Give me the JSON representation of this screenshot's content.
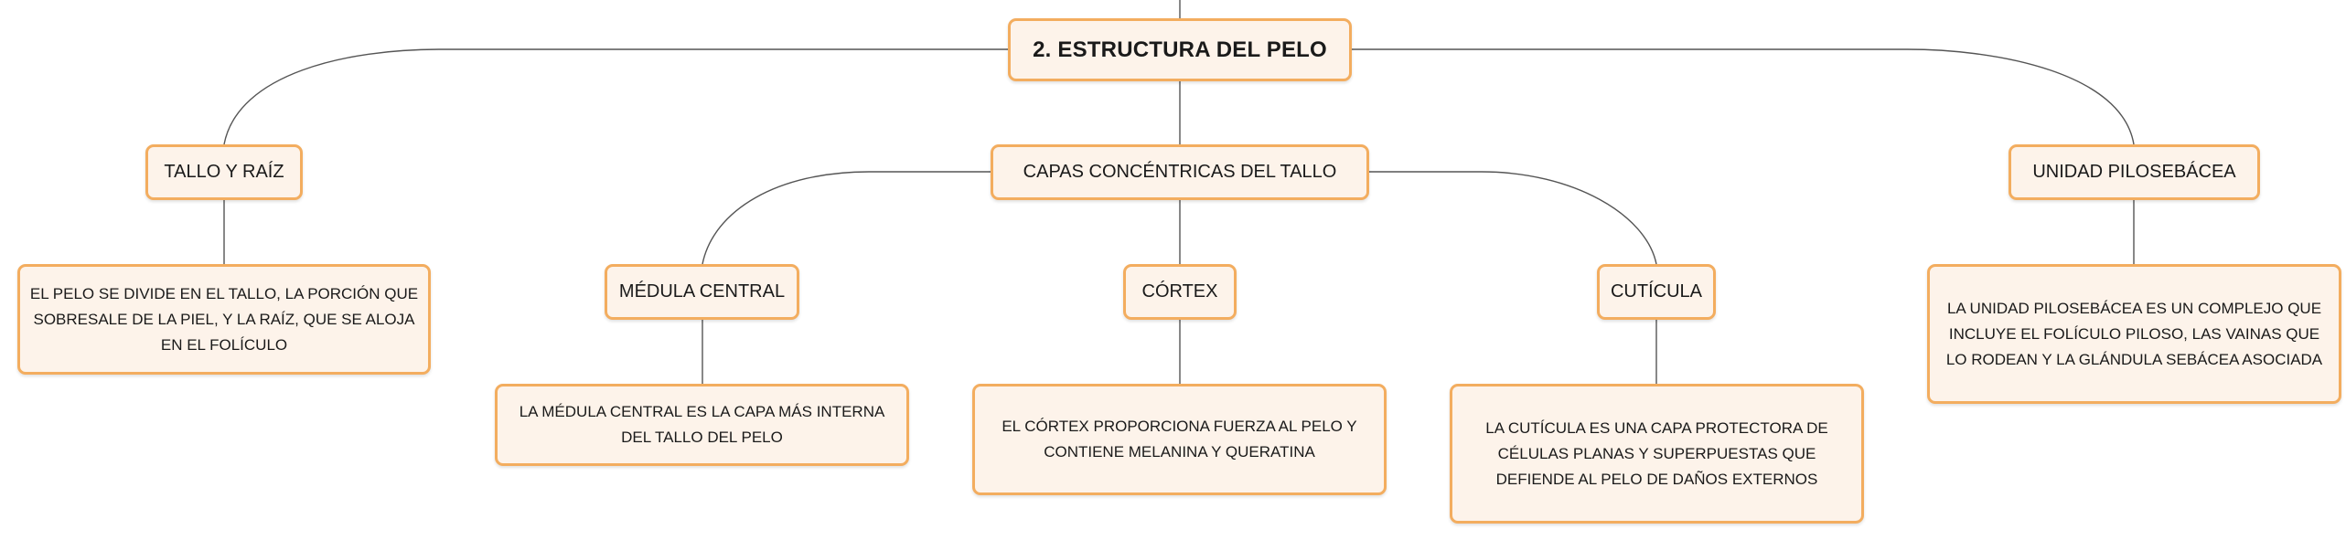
{
  "diagram": {
    "root": "2. ESTRUCTURA DEL PELO",
    "branches": {
      "tallo_raiz": {
        "label": "TALLO Y RAÍZ",
        "description": "EL PELO SE DIVIDE EN EL TALLO, LA PORCIÓN QUE SOBRESALE DE LA PIEL, Y LA RAÍZ, QUE SE ALOJA EN EL FOLÍCULO"
      },
      "capas": {
        "label": "CAPAS CONCÉNTRICAS DEL TALLO",
        "children": {
          "medula": {
            "label": "MÉDULA CENTRAL",
            "description": "LA MÉDULA CENTRAL ES LA CAPA MÁS INTERNA DEL TALLO DEL PELO"
          },
          "cortex": {
            "label": "CÓRTEX",
            "description": "EL CÓRTEX PROPORCIONA FUERZA AL PELO Y CONTIENE MELANINA Y QUERATINA"
          },
          "cuticula": {
            "label": "CUTÍCULA",
            "description": "LA CUTÍCULA ES UNA CAPA PROTECTORA DE CÉLULAS PLANAS Y SUPERPUESTAS QUE DEFIENDE AL PELO DE DAÑOS EXTERNOS"
          }
        }
      },
      "unidad": {
        "label": "UNIDAD PILOSEBÁCEA",
        "description": "LA UNIDAD PILOSEBÁCEA ES UN COMPLEJO QUE INCLUYE EL FOLÍCULO PILOSO, LAS VAINAS QUE LO RODEAN Y LA GLÁNDULA SEBÁCEA ASOCIADA"
      }
    }
  },
  "colors": {
    "node_fill": "#fdf3ea",
    "node_border": "#f3ad5f",
    "connector": "#555555"
  }
}
